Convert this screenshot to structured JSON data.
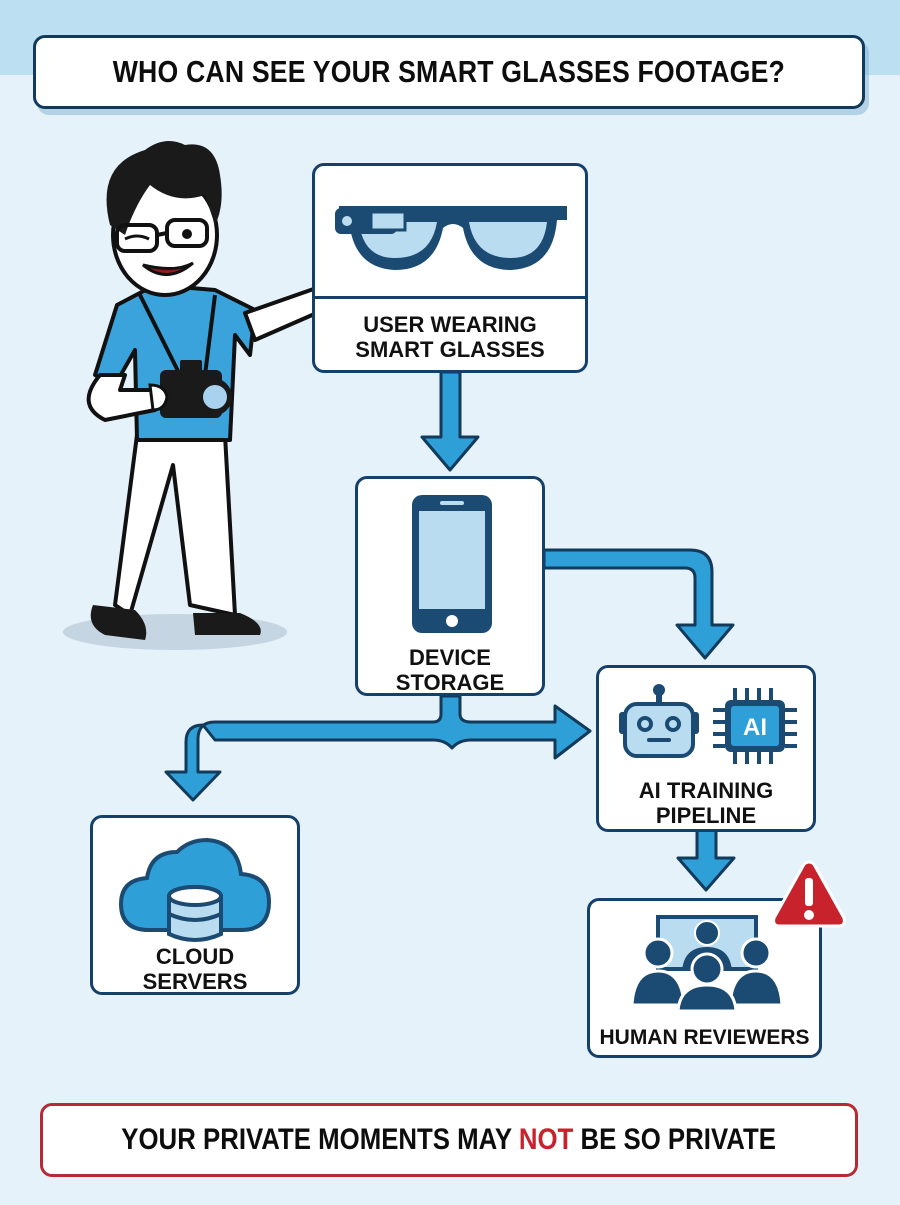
{
  "header": {
    "title": "WHO CAN SEE YOUR SMART GLASSES FOOTAGE?"
  },
  "character": {
    "description": "cartoon man winking, wearing glasses, blue t-shirt, holding camera, pointing at smart glasses box",
    "icon": "person-pointing-illustration"
  },
  "nodes": [
    {
      "id": "user",
      "label_lines": [
        "USER WEARING",
        "SMART GLASSES"
      ],
      "icon": "smart-glasses-icon"
    },
    {
      "id": "device",
      "label_lines": [
        "DEVICE",
        "STORAGE"
      ],
      "icon": "smartphone-icon"
    },
    {
      "id": "ai",
      "label_lines": [
        "AI TRAINING",
        "PIPELINE"
      ],
      "icon": "robot-and-ai-chip-icon",
      "chip_text": "AI"
    },
    {
      "id": "cloud",
      "label_lines": [
        "CLOUD",
        "SERVERS"
      ],
      "icon": "cloud-database-icon"
    },
    {
      "id": "humans",
      "label_lines": [
        "HUMAN REVIEWERS"
      ],
      "icon": "people-group-icon",
      "badge": "warning-triangle-icon"
    }
  ],
  "edges": [
    {
      "from": "user",
      "to": "device"
    },
    {
      "from": "device",
      "to": "ai"
    },
    {
      "from": "device",
      "to": "cloud"
    },
    {
      "from": "device",
      "to": "ai",
      "note": "second branch arrow from bottom of device storage"
    },
    {
      "from": "ai",
      "to": "humans"
    }
  ],
  "footer": {
    "text_before": "YOUR PRIVATE MOMENTS MAY ",
    "text_highlight": "NOT",
    "text_after": " BE SO PRIVATE"
  },
  "colors": {
    "background": "#e6f2fa",
    "top_band": "#bcdff2",
    "box_border": "#15406a",
    "arrow_fill": "#2f9fd8",
    "arrow_stroke": "#123a5a",
    "icon_dark": "#1b4a72",
    "icon_light": "#b9dcf1",
    "shirt_blue": "#3aa3dc",
    "warning_red": "#c8232c",
    "footer_border": "#b52a35"
  }
}
